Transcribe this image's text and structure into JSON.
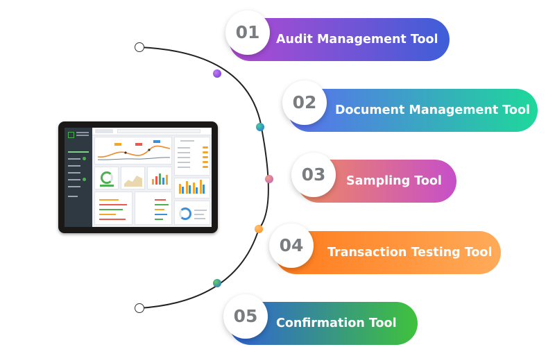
{
  "steps": [
    {
      "number": "01",
      "label": "Audit Management Tool",
      "gradient": [
        "#b149d3",
        "#3e5ed8"
      ]
    },
    {
      "number": "02",
      "label": "Document Management Tool",
      "gradient": [
        "#5a6ef0",
        "#1ed89a"
      ]
    },
    {
      "number": "03",
      "label": "Sampling Tool",
      "gradient": [
        "#f08a60",
        "#c64fc9"
      ]
    },
    {
      "number": "04",
      "label": "Transaction Testing Tool",
      "gradient": [
        "#ff7a1a",
        "#ffab5a"
      ]
    },
    {
      "number": "05",
      "label": "Confirmation Tool",
      "gradient": [
        "#2f62d8",
        "#3fc23b"
      ]
    }
  ],
  "colors": {
    "arc": "#222222",
    "node_1": "#8e44dc",
    "node_2": "#3f7fd8",
    "node_3": "#e27aa0",
    "node_4": "#ff9f2e",
    "node_5": "#2f8fd8"
  },
  "icons": [
    "tablet-dashboard-image"
  ]
}
